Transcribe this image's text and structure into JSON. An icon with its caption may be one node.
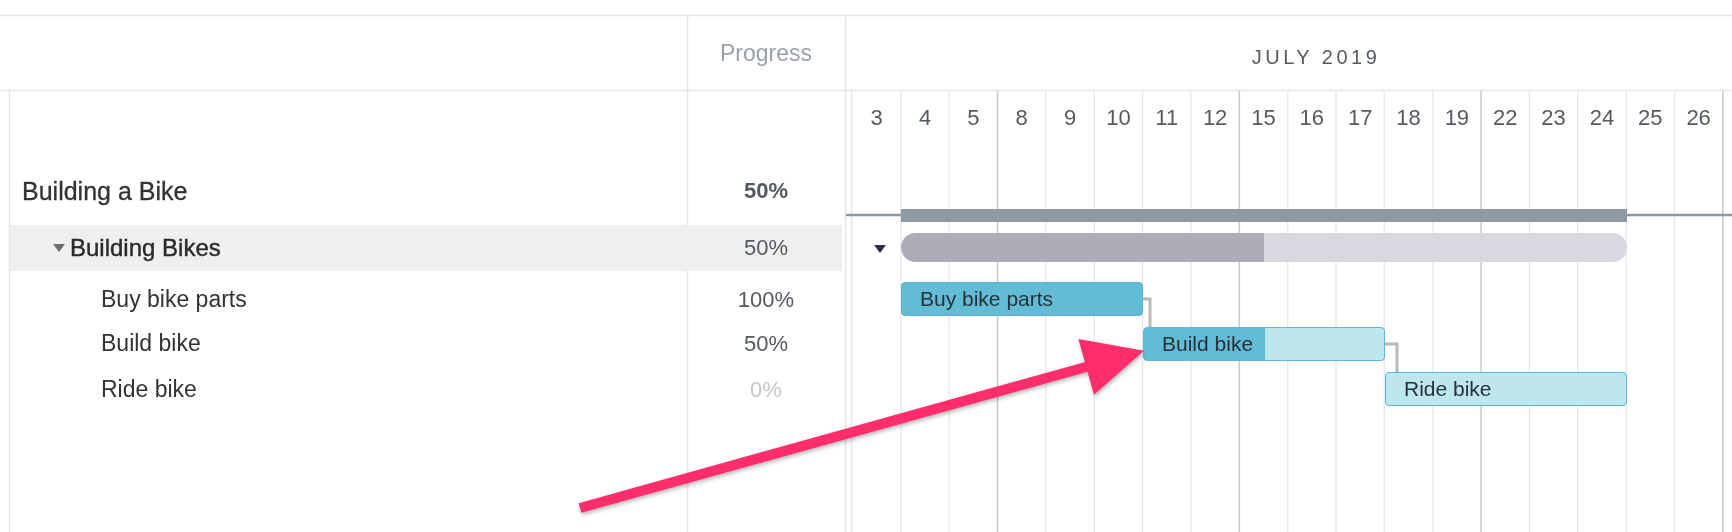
{
  "diagram": {
    "nodes": [
      {
        "text": [],
        "shape": "bar"
      },
      {
        "text": [
          "Building Bikes",
          "50%"
        ]
      },
      {
        "text": [],
        "shape": "bar"
      },
      {
        "text": [
          "Buy bike parts"
        ]
      },
      {
        "text": [
          "Build bike"
        ]
      },
      {
        "text": [
          "Ride bike"
        ]
      }
    ],
    "edges": [
      {
        "from": 3,
        "to": 4,
        "arrow": "none"
      },
      {
        "from": 4,
        "to": 5,
        "arrow": "none"
      },
      {
        "from": null,
        "to": 4,
        "arrow": "to",
        "style": "thick",
        "color": "#ff2d6b"
      }
    ],
    "labels": [
      "Progress",
      "JULY 2019",
      "3",
      "4",
      "5",
      "8",
      "9",
      "10",
      "11",
      "12",
      "15",
      "16",
      "17",
      "18",
      "19",
      "22",
      "23",
      "24",
      "25",
      "26",
      "Building a Bike",
      "50%",
      "Buy bike parts",
      "100%",
      "Build bike",
      "50%",
      "Ride bike",
      "0%"
    ]
  }
}
